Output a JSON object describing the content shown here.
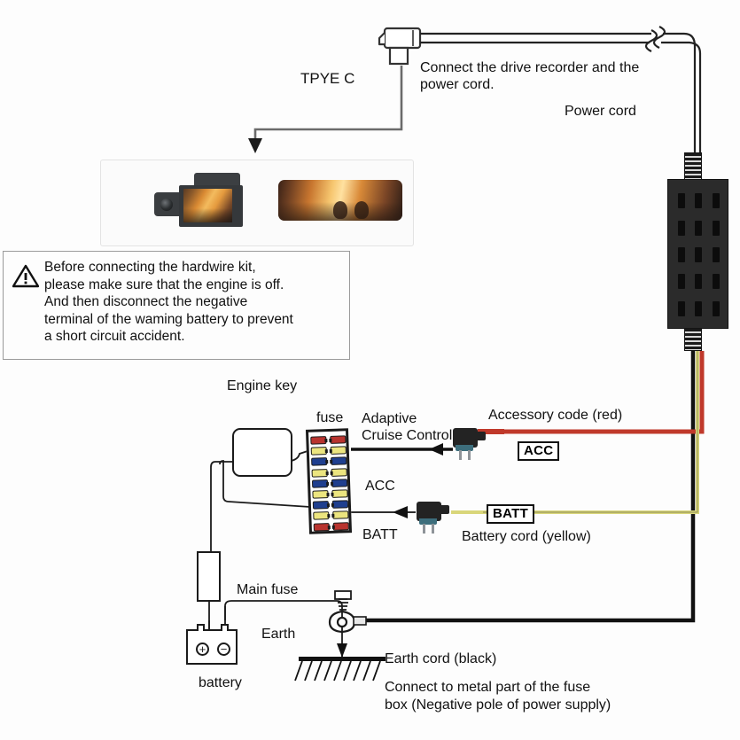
{
  "diagram": {
    "title": "Dash Cam Hardwire Kit Wiring Diagram",
    "background_color": "#fdfdfd"
  },
  "labels": {
    "type_c": "TPYE C",
    "connect_recorder": "Connect the drive recorder and the\npower cord.",
    "power_cord": "Power cord",
    "engine_key": "Engine key",
    "fuse": "fuse",
    "adaptive_cruise_control": "Adaptive\nCruise Control",
    "accessory_code": "Accessory code (red)",
    "acc": "ACC",
    "batt": "BATT",
    "battery_cord": "Battery cord (yellow)",
    "main_fuse": "Main fuse",
    "earth": "Earth",
    "battery": "battery",
    "earth_cord": "Earth cord (black)",
    "connect_metal": "Connect to metal part of the fuse\nbox (Negative pole of power supply)"
  },
  "warning": {
    "text": "Before connecting the hardwire kit,\nplease make sure that the engine is off.\nAnd then disconnect the negative\nterminal of the waming battery to prevent\na short circuit accident.",
    "icon": "warning-triangle-icon"
  },
  "wire_chips": [
    {
      "id": "acc-chip",
      "label": "ACC"
    },
    {
      "id": "batt-chip",
      "label": "BATT"
    }
  ],
  "battery_poles": {
    "positive": "+",
    "negative": "−"
  },
  "colors": {
    "acc_wire_red": "#c0392b",
    "batt_wire_yellow": "#d9d67a",
    "earth_wire_black": "#111111",
    "module_body": "#2b2b2b",
    "tap_shell": "#232323",
    "tap_foot": "#3d6e7c",
    "fuse_red": "#b9342f",
    "fuse_yellow": "#ece57f",
    "fuse_blue": "#1f3f8f",
    "outline": "#1b1b1b",
    "arrow_gray": "#6b6b6b"
  },
  "fusebox": {
    "rows": [
      "fuse_red",
      "fuse_yellow",
      "fuse_blue",
      "fuse_yellow",
      "fuse_blue",
      "fuse_yellow",
      "fuse_blue",
      "fuse_yellow",
      "fuse_red"
    ]
  },
  "product_panel": {
    "items": [
      "dash-camera-photo",
      "mirror-dash-camera-photo"
    ]
  }
}
